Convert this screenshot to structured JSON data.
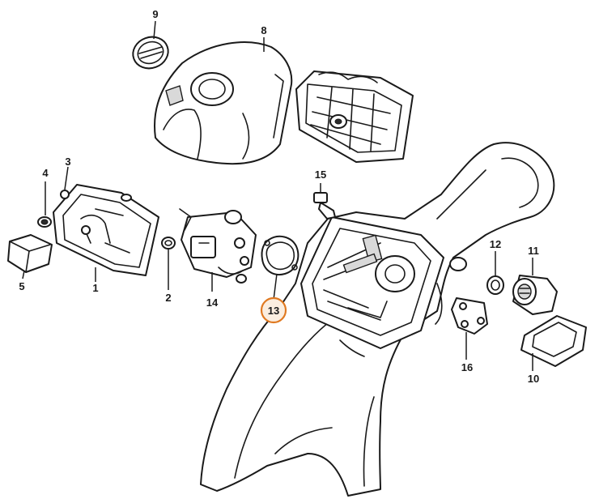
{
  "parts": [
    {
      "id": "1",
      "label": "1"
    },
    {
      "id": "2",
      "label": "2"
    },
    {
      "id": "3",
      "label": "3"
    },
    {
      "id": "4",
      "label": "4"
    },
    {
      "id": "5",
      "label": "5"
    },
    {
      "id": "8",
      "label": "8"
    },
    {
      "id": "9",
      "label": "9"
    },
    {
      "id": "10",
      "label": "10"
    },
    {
      "id": "11",
      "label": "11"
    },
    {
      "id": "12",
      "label": "12"
    },
    {
      "id": "13",
      "label": "13"
    },
    {
      "id": "14",
      "label": "14"
    },
    {
      "id": "15",
      "label": "15"
    },
    {
      "id": "16",
      "label": "16"
    }
  ],
  "highlighted_part": "13",
  "highlight_color": "#e07a22"
}
